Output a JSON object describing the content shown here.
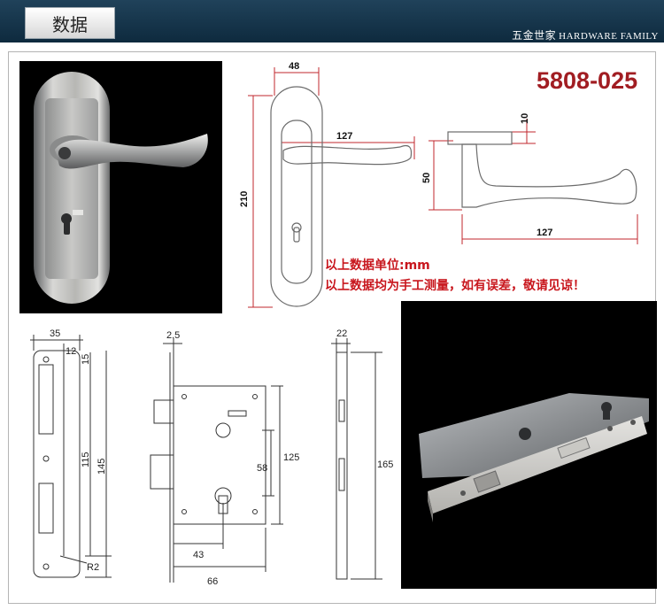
{
  "header": {
    "tab_label": "数据",
    "brand_cn": "五金世家",
    "brand_en": "HARDWARE FAMILY"
  },
  "product": {
    "model": "5808-025",
    "note_unit": "以上数据单位:mm",
    "note_manual": "以上数据均为手工测量，如有误差，敬请见谅！"
  },
  "handle_drawing": {
    "width": "48",
    "height": "210",
    "lever_length": "127",
    "side_height": "50",
    "side_length": "127",
    "rose_thickness": "10"
  },
  "lock_drawing": {
    "faceplate_width": "35",
    "inset_top": "12",
    "inset_side": "15",
    "slot_span": "115",
    "faceplate_height": "145",
    "radius": "R2",
    "bolt_offset": "2.5",
    "spindle_to_cylinder": "58",
    "case_height": "125",
    "backset": "43",
    "case_width": "66",
    "forend_width": "22",
    "forend_height": "165"
  },
  "colors": {
    "header_bg": "#15344b",
    "model_red": "#a11d22",
    "note_red": "#c8161d",
    "drawing_red": "#c0272d"
  }
}
